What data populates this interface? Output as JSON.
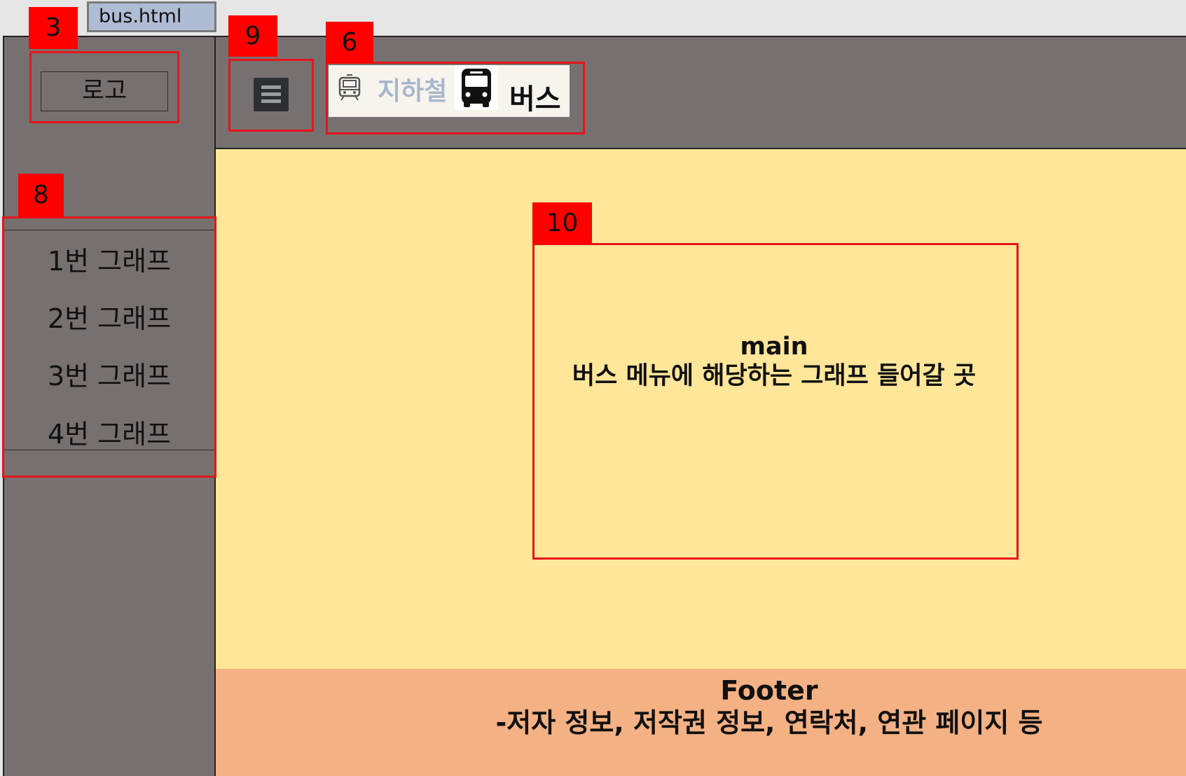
{
  "browser": {
    "tab_title": "bus.html"
  },
  "sidebar": {
    "logo_label": "로고",
    "menu_items": [
      {
        "label": "1번 그래프"
      },
      {
        "label": "2번 그래프"
      },
      {
        "label": "3번 그래프"
      },
      {
        "label": "4번 그래프"
      }
    ]
  },
  "header": {
    "menu_icon": "hamburger-icon",
    "nav": {
      "subway": {
        "label": "지하철",
        "icon": "train-icon",
        "color": "#a8b6cc"
      },
      "bus": {
        "label": "버스",
        "icon": "bus-icon",
        "color": "#111111"
      }
    }
  },
  "main": {
    "title": "main",
    "description": "버스 메뉴에 해당하는 그래프 들어갈 곳"
  },
  "footer": {
    "title": "Footer",
    "description": "-저자 정보, 저작권 정보, 연락처, 연관 페이지 등"
  },
  "annotations": [
    {
      "number": "3",
      "target": "logo"
    },
    {
      "number": "9",
      "target": "menu-toggle"
    },
    {
      "number": "6",
      "target": "transport-nav"
    },
    {
      "number": "8",
      "target": "sidebar-menu"
    },
    {
      "number": "10",
      "target": "main-graph-area"
    }
  ],
  "colors": {
    "sidebar_bg": "#767170",
    "header_bg": "#767170",
    "main_bg": "#ffe699",
    "footer_bg": "#f4b183",
    "annotation_red": "#ff0000"
  }
}
